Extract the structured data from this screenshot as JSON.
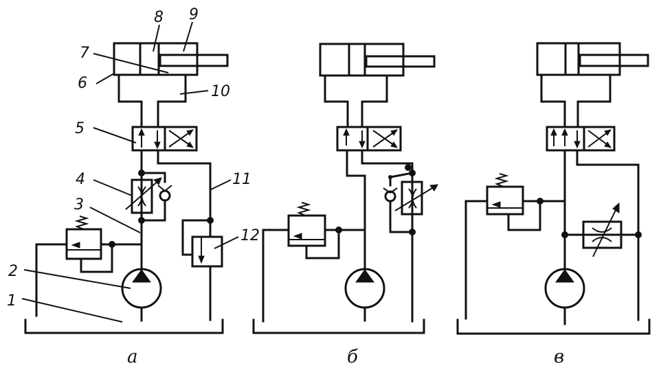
{
  "figure": {
    "description": "Hydraulic circuit schematics with throttle (flow-control) speed regulation",
    "panels": [
      {
        "id": "a",
        "caption": "а",
        "throttle_position": "inlet line (meter-in)",
        "components": [
          {
            "number": "1",
            "name": "tank"
          },
          {
            "number": "2",
            "name": "pump"
          },
          {
            "number": "3",
            "name": "pressure line"
          },
          {
            "number": "4",
            "name": "adjustable throttle with check valve"
          },
          {
            "number": "5",
            "name": "directional valve"
          },
          {
            "number": "6",
            "name": "cylinder head chamber"
          },
          {
            "number": "7",
            "name": "piston"
          },
          {
            "number": "8",
            "name": "cylinder"
          },
          {
            "number": "9",
            "name": "rod chamber"
          },
          {
            "number": "10",
            "name": "cylinder lines"
          },
          {
            "number": "11",
            "name": "return line"
          },
          {
            "number": "12",
            "name": "back-pressure valve"
          }
        ]
      },
      {
        "id": "b",
        "caption": "б",
        "throttle_position": "outlet line (meter-out)",
        "components": []
      },
      {
        "id": "v",
        "caption": "в",
        "throttle_position": "bypass line (bleed-off)",
        "components": []
      }
    ]
  }
}
